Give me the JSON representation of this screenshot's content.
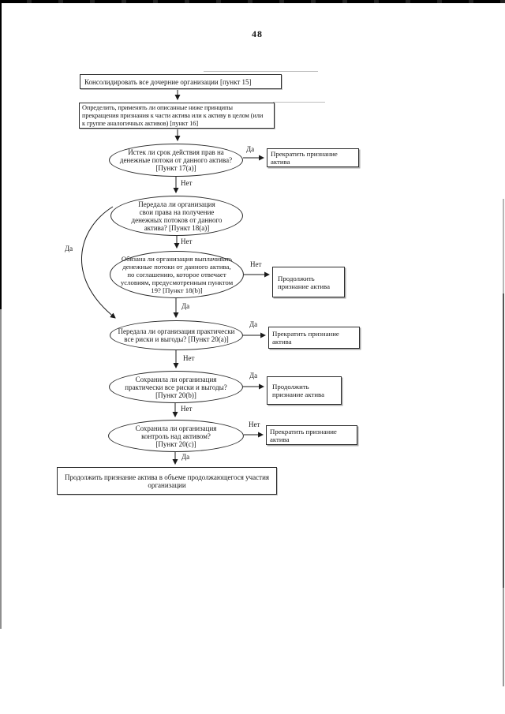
{
  "page": {
    "number": "48"
  },
  "flowchart": {
    "nodes": {
      "start": {
        "label": "Консолидировать все дочерние организации [пункт 15]"
      },
      "determine": {
        "label": "Определить, применять ли описанные ниже принципы\nпрекращения признания к части актива или к активу в целом (или\nк группе аналогичных активов) [пункт 16]"
      },
      "q_rights_expired": {
        "label": "Истек ли срок действия прав на\nденежные потоки от данного актива?\n[Пункт 17(a)]"
      },
      "r_derecognise_1": {
        "label": "Прекратить признание актива"
      },
      "q_transferred_rights": {
        "label": "Передала ли организация\nсвои права на получение\nденежных потоков от данного\nактива? [Пункт 18(a)]"
      },
      "q_obligation_to_pay": {
        "label": "Обязана ли организация выплачивать\nденежные потоки от данного актива,\nпо соглашению, которое отвечает\nусловиям, предусмотренным пунктом\n19? [Пункт 18(b)]"
      },
      "r_continue_1": {
        "label": "Продолжить\nпризнание актива"
      },
      "q_transferred_risks": {
        "label": "Передала ли организация практически\nвсе риски и выгоды? [Пункт 20(a)]"
      },
      "r_derecognise_2": {
        "label": "Прекратить признание актива"
      },
      "q_retained_risks": {
        "label": "Сохранила ли организация\nпрактически все риски и выгоды?\n[Пункт 20(b)]"
      },
      "r_continue_2": {
        "label": "Продолжить\nпризнание актива"
      },
      "q_retained_control": {
        "label": "Сохранила ли организация\nконтроль над активом?\n[Пункт 20(c)]"
      },
      "r_derecognise_3": {
        "label": "Прекратить признание актива"
      },
      "final": {
        "label": "Продолжить признание актива в объеме продолжающегося участия\nорганизации"
      }
    },
    "edges": {
      "q1_yes": {
        "label": "Да"
      },
      "q1_no": {
        "label": "Нет"
      },
      "q2_no": {
        "label": "Нет"
      },
      "q2_yes": {
        "label": "Да"
      },
      "q3_no": {
        "label": "Нет"
      },
      "q3_yes": {
        "label": "Да"
      },
      "q4_yes": {
        "label": "Да"
      },
      "q4_no": {
        "label": "Нет"
      },
      "q5_yes": {
        "label": "Да"
      },
      "q5_no": {
        "label": "Нет"
      },
      "q6_no": {
        "label": "Нет"
      },
      "q6_yes": {
        "label": "Да"
      }
    },
    "line_color": "#1a1a1a"
  }
}
